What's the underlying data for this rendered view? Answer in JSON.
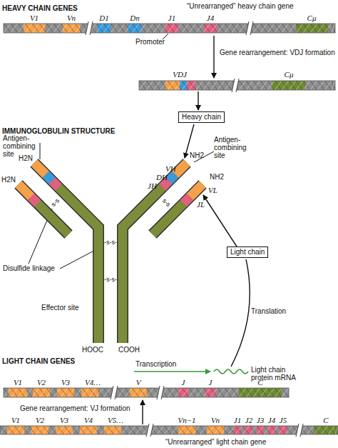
{
  "diagram": {
    "nodes": [
      {
        "text": [
          "Heavy chain"
        ]
      },
      {
        "text": [
          "Light chain"
        ]
      }
    ],
    "labels": [
      "HEAVY CHAIN GENES",
      "“Unrearranged” heavy chain gene",
      "V1",
      "Vn",
      "D1",
      "Dn",
      "J1",
      "J4",
      "Cμ",
      "Promoter",
      "Gene rearrangement: VDJ formation",
      "VDJ",
      "Cμ",
      "IMMUNOGLOBULIN STRUCTURE",
      "Antigen-combining site",
      "H2N",
      "H2N",
      "Antigen-combining site",
      "NH2",
      "VH",
      "DH",
      "JH",
      "NH2",
      "VL",
      "JL",
      "s-s",
      "s-s",
      "-s-s-",
      "-s-s-",
      "Disulfide linkage",
      "Effector site",
      "HOOC",
      "COOH",
      "Translation",
      "Transcription",
      "Light chain protein mRNA",
      "LIGHT CHAIN GENES",
      "V1",
      "V2",
      "V3",
      "V4…",
      "V",
      "J",
      "J",
      "C",
      "Gene rearrangement: VJ formation",
      "V1",
      "V2",
      "V3",
      "V4",
      "V5…",
      "Vn−1",
      "Vn",
      "J1",
      "J2",
      "J3",
      "J4",
      "J5",
      "C",
      "“Unrearranged” light chain gene"
    ]
  }
}
